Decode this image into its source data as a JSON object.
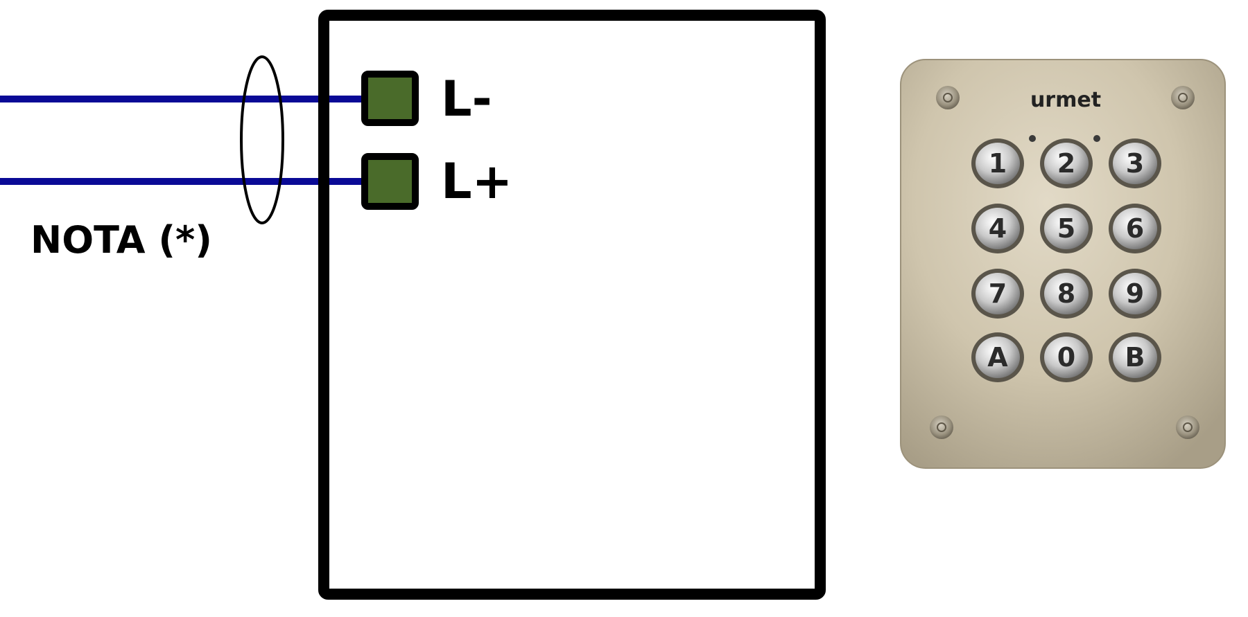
{
  "terminals": [
    {
      "label": "L-"
    },
    {
      "label": "L+"
    }
  ],
  "note": "NOTA (*)",
  "keypad": {
    "brand": "urmet",
    "keys": [
      "1",
      "2",
      "3",
      "4",
      "5",
      "6",
      "7",
      "8",
      "9",
      "A",
      "0",
      "B"
    ]
  },
  "colors": {
    "wire": "#0a0a96",
    "terminal_fill": "#4a6b2a",
    "outline": "#000000",
    "plate": "#c9bfa8"
  }
}
